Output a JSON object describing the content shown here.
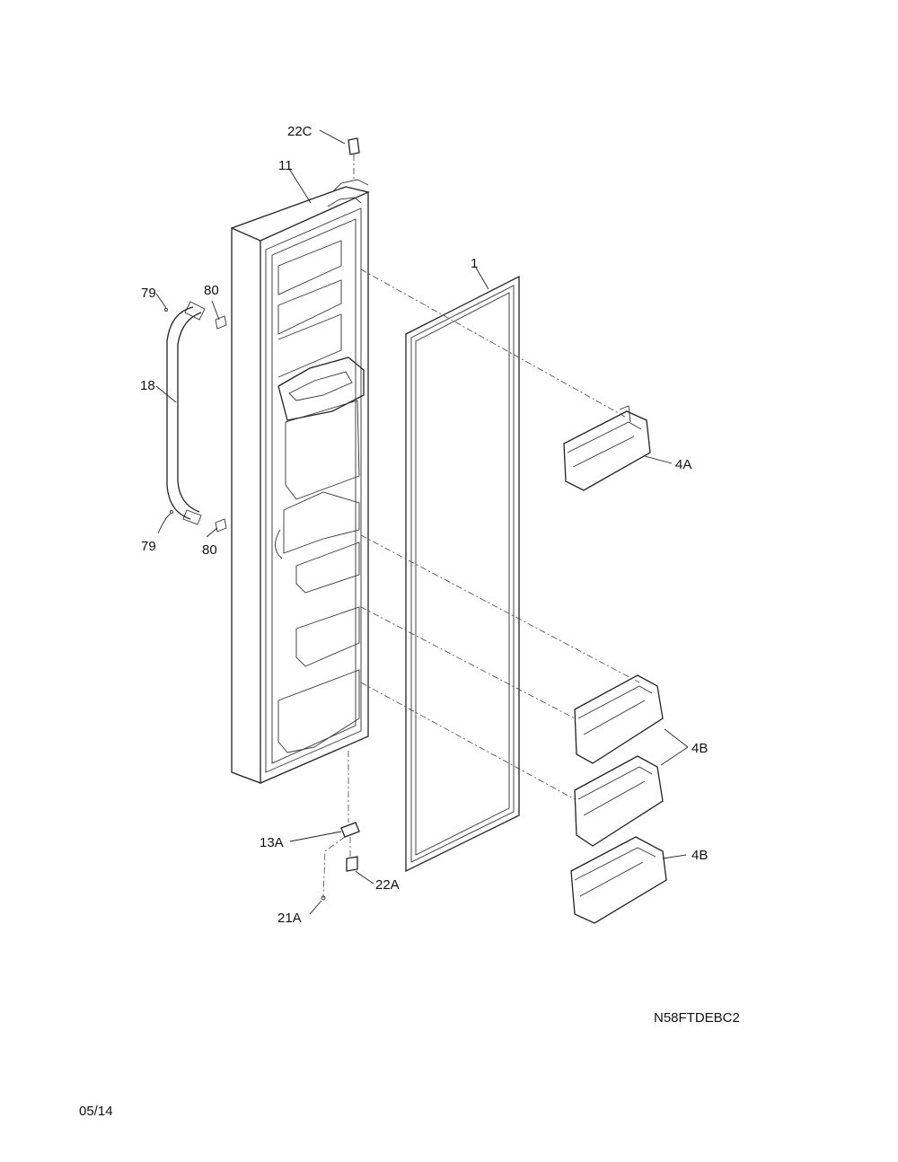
{
  "labels": {
    "p22c": "22C",
    "p11": "11",
    "p1": "1",
    "p79a": "79",
    "p80a": "80",
    "p18": "18",
    "p79b": "79",
    "p80b": "80",
    "p4a": "4A",
    "p4b_upper": "4B",
    "p4b_lower": "4B",
    "p13a": "13A",
    "p22a": "22A",
    "p21a": "21A"
  },
  "model_number": "N58FTDEBC2",
  "date_code": "05/14"
}
